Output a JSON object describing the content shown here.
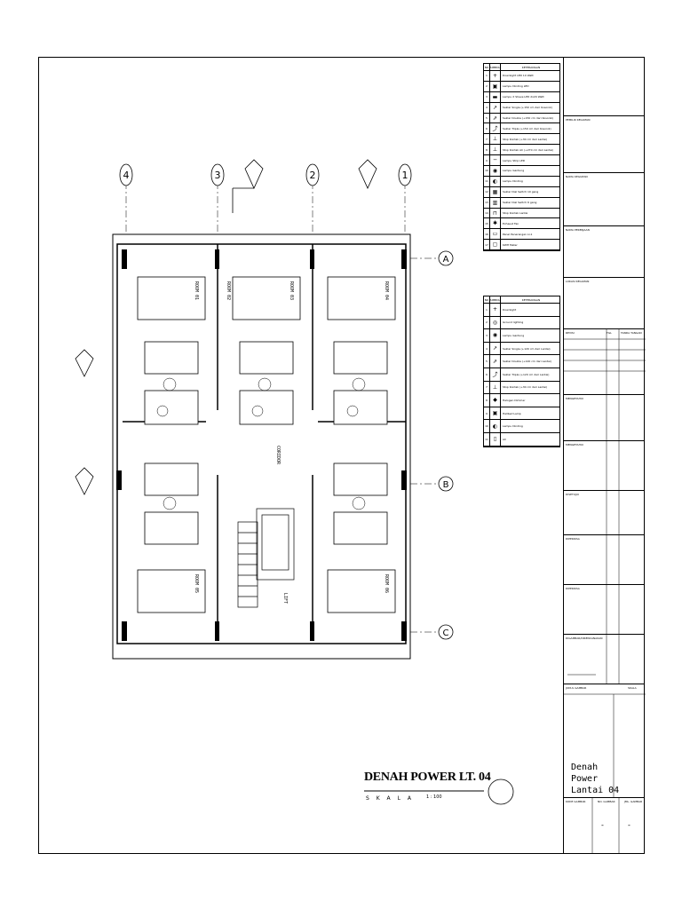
{
  "drawing": {
    "title": "DENAH POWER LT. 04",
    "scale_label": "S K A L A",
    "scale_value": "1 : 100"
  },
  "plan": {
    "axes_top": [
      "4",
      "3",
      "2",
      "1"
    ],
    "axes_right": [
      "A",
      "B",
      "C"
    ],
    "rooms": [
      "ROOM 01",
      "ROOM 02",
      "ROOM 03",
      "ROOM 04",
      "ROOM 05",
      "ROOM 06"
    ],
    "corridor": "CORIDOR",
    "lift": "LIFT"
  },
  "legend_power": {
    "headers": [
      "NO",
      "SIMBOL",
      "KETERANGAN"
    ],
    "rows": [
      {
        "no": "1",
        "icon": "downlight-icon",
        "text": "Downlight LED 10 Watt"
      },
      {
        "no": "2",
        "icon": "wall-lamp-icon",
        "text": "Lampu Dinding LED"
      },
      {
        "no": "3",
        "icon": "tl-lamp-icon",
        "text": "Lampu X Shave LED 2x20 Watt"
      },
      {
        "no": "4",
        "icon": "single-switch-icon",
        "text": "Saklar Single (+150 cm dari Kosonik)"
      },
      {
        "no": "5",
        "icon": "double-switch-icon",
        "text": "Saklar Double (+150 cm dari Kosonik)"
      },
      {
        "no": "6",
        "icon": "triple-switch-icon",
        "text": "Saklar Triple (+150 cm dari Kosonik)"
      },
      {
        "no": "7",
        "icon": "socket-icon",
        "text": "Stop Kontak (+30 cm dari Lantai)"
      },
      {
        "no": "8",
        "icon": "ac-socket-icon",
        "text": "Stop Kontak AC (+270 cm dari Lantai)"
      },
      {
        "no": "9",
        "icon": "strip-led-icon",
        "text": "Lampu Strip LED"
      },
      {
        "no": "10",
        "icon": "hanging-lamp-icon",
        "text": "Lampu Gantung"
      },
      {
        "no": "11",
        "icon": "wall-light-icon",
        "text": "Lampu Dinding"
      },
      {
        "no": "12",
        "icon": "switch-10-icon",
        "text": "Saklar Dial Switch 10 gang"
      },
      {
        "no": "13",
        "icon": "switch-6-icon",
        "text": "Saklar Dial Switch 6 gang"
      },
      {
        "no": "14",
        "icon": "floor-socket-icon",
        "text": "Stop Kontak Lantai"
      },
      {
        "no": "15",
        "icon": "exhaust-fan-icon",
        "text": "Exhaust Fan"
      },
      {
        "no": "16",
        "icon": "panel-icon",
        "text": "Panel Penerangan LI-1"
      },
      {
        "no": "17",
        "icon": "kwh-meter-icon",
        "text": "KWH Meter"
      }
    ]
  },
  "legend_light": {
    "headers": [
      "NO",
      "SIMBOL",
      "KETERANGAN"
    ],
    "rows": [
      {
        "no": "1",
        "icon": "downlight-icon",
        "text": "Downlight"
      },
      {
        "no": "2",
        "icon": "ground-light-icon",
        "text": "Ground lighting"
      },
      {
        "no": "3",
        "icon": "hanging-lamp-icon",
        "text": "Lampu Gantung"
      },
      {
        "no": "4",
        "icon": "single-switch-icon",
        "text": "Saklar Single (+120 cm dari Lantai)"
      },
      {
        "no": "5",
        "icon": "double-switch-icon",
        "text": "Saklar Double (+120 cm dari Lantai)"
      },
      {
        "no": "6",
        "icon": "triple-switch-icon",
        "text": "Saklar Triple (+120 cm dari Lantai)"
      },
      {
        "no": "7",
        "icon": "socket-icon",
        "text": "Stop Kontak (+30 cm dari Lantai)"
      },
      {
        "no": "8",
        "icon": "dimmer-icon",
        "text": "Halogen Dimmer"
      },
      {
        "no": "9",
        "icon": "wall-lamp-icon",
        "text": "Hallbed Lamp"
      },
      {
        "no": "10",
        "icon": "wall-light-icon",
        "text": "Lampu Dinding"
      },
      {
        "no": "11",
        "icon": "ac-icon",
        "text": "AC"
      }
    ]
  },
  "title_block": {
    "rows": [
      "PEMILIK KEGIATAN",
      "NAMA KEGIATAN",
      "NAMA PEKERJAAN",
      "LOKASI KEGIATAN",
      "REVISI",
      "MENGETAHUI",
      "MENGETAHUI",
      "DISETUJUI",
      "DIPERIKSA",
      "DIPERIKSA",
      "DIGAMBAR/DIRENCANAKAN"
    ],
    "revisi_cols": [
      "TGL",
      "TANDA TANGAN"
    ],
    "judul": "JUDUL GAMBAR",
    "skala": "SKALA",
    "title_lines": [
      "Denah",
      "Power",
      "Lantai 04"
    ],
    "footer": [
      "KODE GAMBAR",
      "NO. GAMBAR",
      "JML. GAMBAR"
    ],
    "footer_values": [
      "-",
      "-"
    ]
  }
}
